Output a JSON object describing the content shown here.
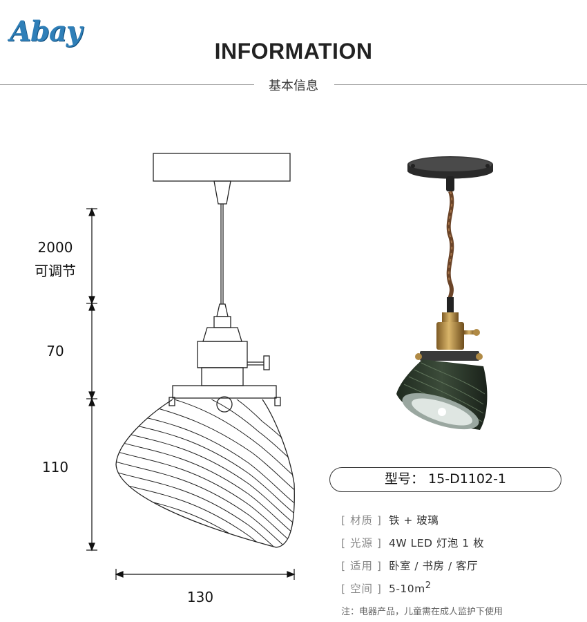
{
  "brand": {
    "logo_text": "Abay"
  },
  "header": {
    "title": "INFORMATION",
    "subtitle": "基本信息"
  },
  "dimensions": {
    "cord_length": "2000",
    "cord_note": "可调节",
    "socket_height": "70",
    "shade_height": "110",
    "shade_width": "130"
  },
  "model": {
    "label": "型号：",
    "value": "15-D1102-1"
  },
  "specs": [
    {
      "label": "[ 材质 ]",
      "value": "铁 + 玻璃"
    },
    {
      "label": "[ 光源 ]",
      "value": "4W LED 灯泡 1 枚"
    },
    {
      "label": "[ 适用 ]",
      "value": "卧室 / 书房 / 客厅"
    },
    {
      "label": "[ 空间 ]",
      "value": "5-10m",
      "superscript": "2"
    }
  ],
  "note": "注：电器产品，儿童需在成人监护下使用",
  "colors": {
    "logo": "#2f7fb8",
    "glass": "#2e3b2e",
    "brass": "#b08a45",
    "cord": "#6b4428"
  }
}
